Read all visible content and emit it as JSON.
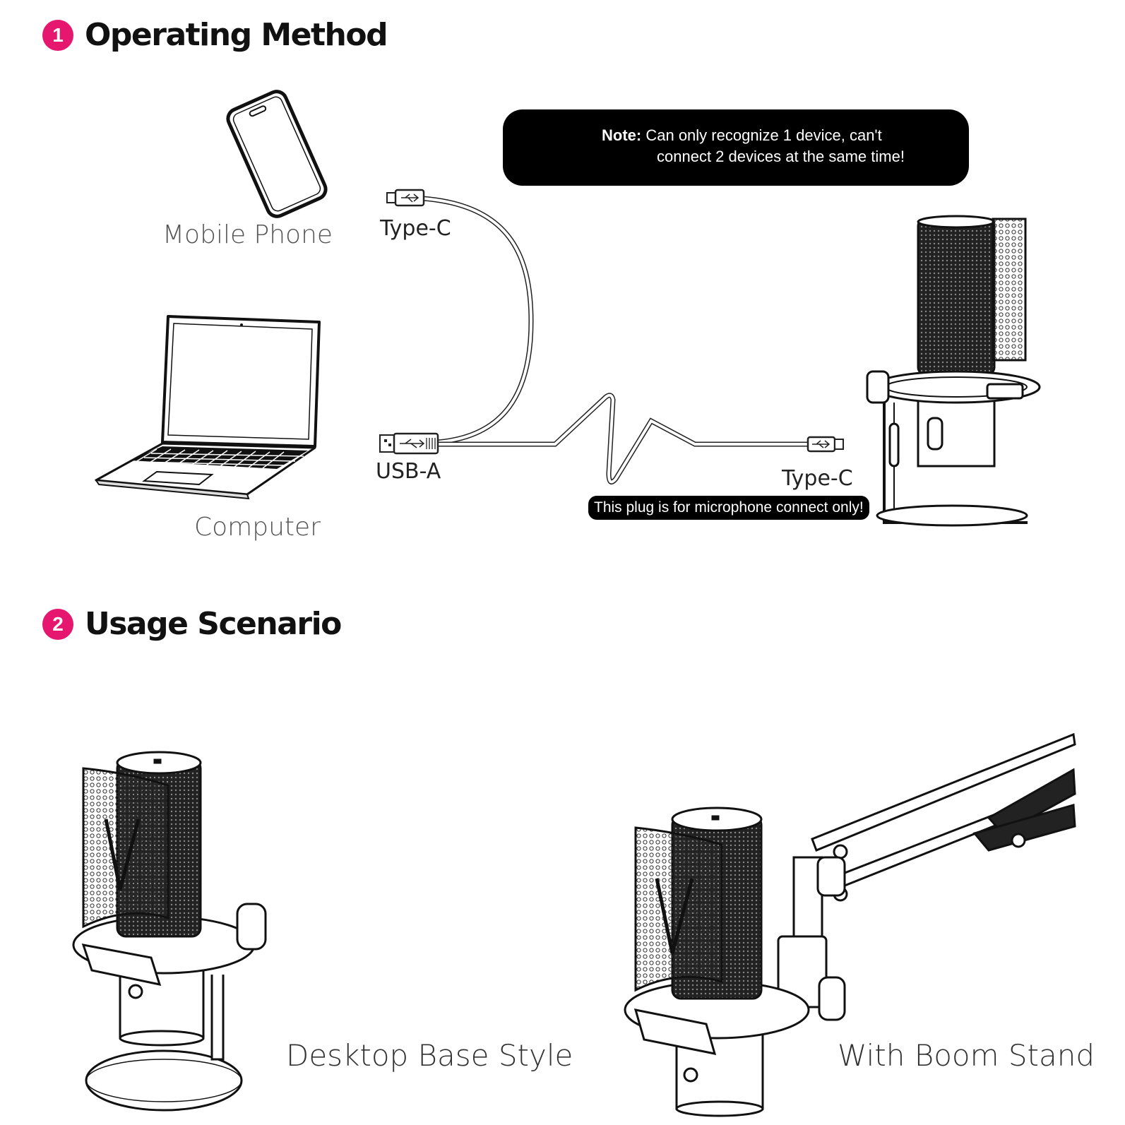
{
  "colors": {
    "accent": "#e6176f",
    "ink": "#111111",
    "note_bg": "#000000"
  },
  "section1": {
    "number": "1",
    "title": "Operating Method"
  },
  "section2": {
    "number": "2",
    "title": "Usage Scenario"
  },
  "devices": {
    "mobile_phone": "Mobile Phone",
    "computer": "Computer"
  },
  "connectors": {
    "type_c_top": "Type-C",
    "usb_a": "USB-A",
    "type_c_mic": "Type-C"
  },
  "note": {
    "label": "Note:",
    "line1": "Can only recognize 1 device, can't",
    "line2": "connect 2 devices at the same time!"
  },
  "plug_note": "This plug is for microphone connect only!",
  "scenarios": {
    "desktop": "Desktop Base Style",
    "boom": "With Boom Stand"
  },
  "icons": [
    "warning-triangle-icon",
    "smartphone-icon",
    "laptop-icon",
    "usb-cable-icon",
    "microphone-icon"
  ]
}
